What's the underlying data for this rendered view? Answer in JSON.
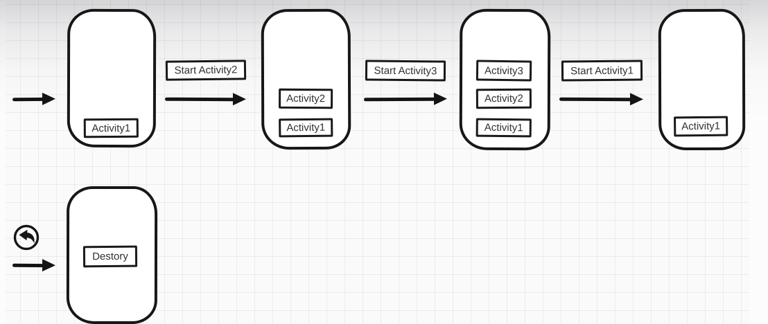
{
  "colors": {
    "ink": "#171717",
    "paper_bg": "#fafafa",
    "panel_bg": "#ffffff",
    "grid_line": "#e9e9ec",
    "text": "#303030"
  },
  "panels": [
    {
      "name": "task-stack-1",
      "activities": [
        "Activity1"
      ]
    },
    {
      "name": "task-stack-2",
      "activities": [
        "Activity2",
        "Activity1"
      ]
    },
    {
      "name": "task-stack-3",
      "activities": [
        "Activity3",
        "Activity2",
        "Activity1"
      ]
    },
    {
      "name": "task-stack-4",
      "activities": [
        "Activity1"
      ]
    },
    {
      "name": "task-stack-destroy",
      "activities": [
        "Destory"
      ]
    }
  ],
  "transitions": [
    {
      "label": "Start Activity2"
    },
    {
      "label": "Start Activity3"
    },
    {
      "label": "Start Activity1"
    }
  ],
  "icons": {
    "back": "back-icon",
    "flow": "arrow-right-icon"
  }
}
